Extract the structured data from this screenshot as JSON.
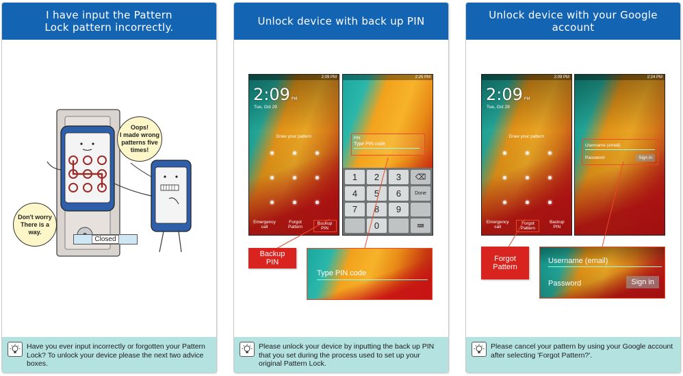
{
  "panel1": {
    "title_line1": "I have input the Pattern",
    "title_line2": "Lock pattern incorrectly.",
    "bubble_left_l1": "Don't worry",
    "bubble_left_l2": "There is a",
    "bubble_left_l3": "way.",
    "bubble_right_l1": "Oops!",
    "bubble_right_l2": "I made wrong",
    "bubble_right_l3": "patterns five",
    "bubble_right_l4": "times!",
    "door_sign": "Closed",
    "footer": "Have you ever input incorrectly or forgotten your Pattern Lock? To unlock your device please the next two advice boxes."
  },
  "panel2": {
    "title": "Unlock device with back up PIN",
    "clock": "2:09",
    "ampm": "PM",
    "date": "Tue, Oct 29",
    "status_time_left": "2:09 PM",
    "status_time_right": "2:25 PM",
    "draw_prompt": "Draw your pattern",
    "btn_emergency": "Emergency call",
    "btn_forgot": "Forgot Pattern",
    "btn_backup": "Backup PIN",
    "pin_field_label": "Type PIN code",
    "pin_label_small": "PIN",
    "keys": [
      "1",
      "2",
      "3",
      "⌫",
      "4",
      "5",
      "6",
      "Done",
      "7",
      "8",
      "9",
      "",
      "",
      "0",
      "",
      ""
    ],
    "callout_backup_l1": "Backup",
    "callout_backup_l2": "PIN",
    "callout_pin": "Type PIN code",
    "footer": "Please unlock your device by inputting the back up PIN that you set during the process used to set up your original Pattern Lock."
  },
  "panel3": {
    "title": "Unlock device with your Google account",
    "clock": "2:09",
    "ampm": "PM",
    "date": "Tue, Oct 29",
    "status_time_left": "2:09 PM",
    "status_time_right": "2:24 PM",
    "draw_prompt": "Draw your pattern",
    "btn_emergency": "Emergency call",
    "btn_forgot": "Forgot Pattern",
    "btn_backup": "Backup PIN",
    "username_placeholder": "Username (email)",
    "password_placeholder": "Password",
    "sign_in": "Sign in",
    "callout_forgot_l1": "Forgot",
    "callout_forgot_l2": "Pattern",
    "callout_username": "Username (email)",
    "callout_password": "Password",
    "callout_sign_in": "Sign in",
    "footer": "Please cancel your pattern by using your Google account after selecting 'Forgot Pattern?'."
  }
}
